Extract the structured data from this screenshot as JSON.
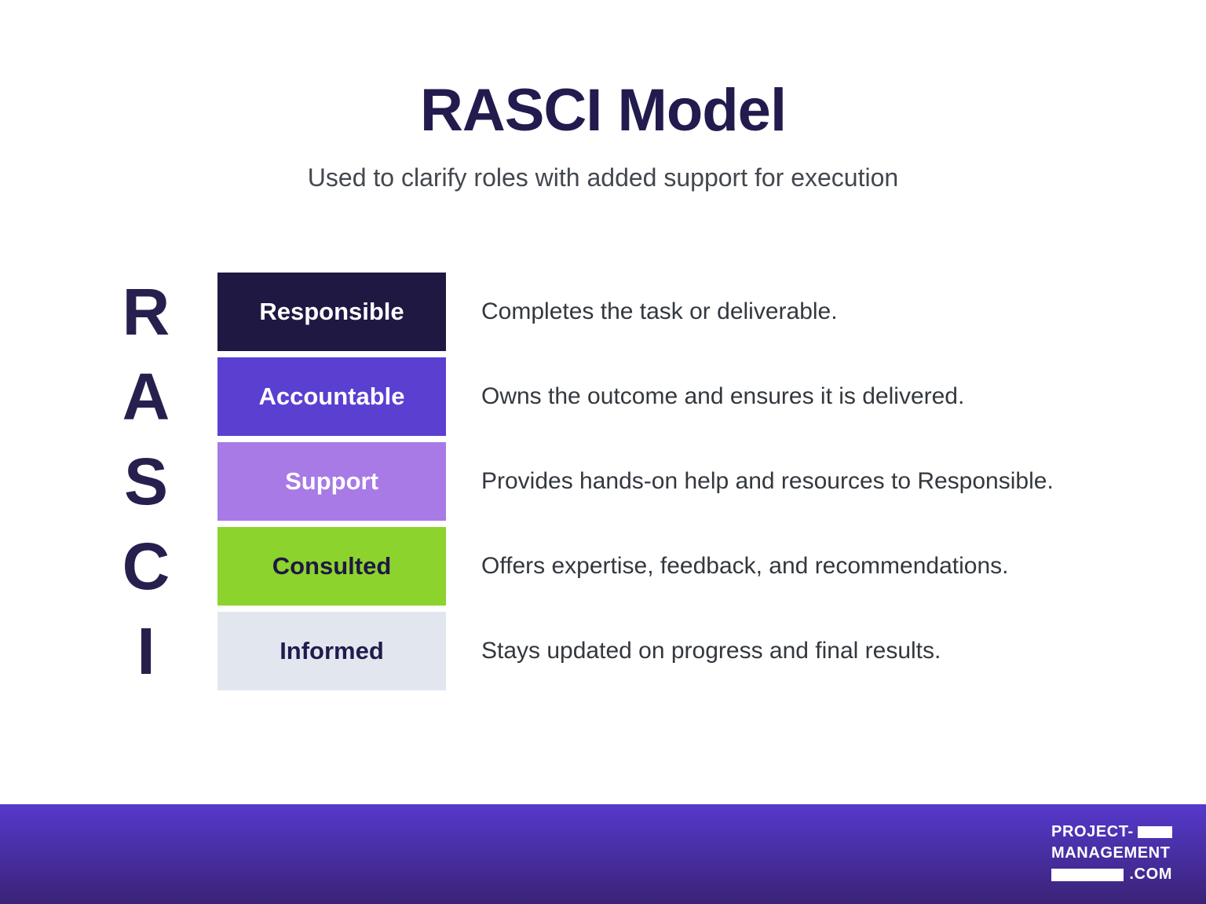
{
  "title": "RASCI Model",
  "subtitle": "Used to clarify roles with added support for execution",
  "acronym_letters": [
    "R",
    "A",
    "S",
    "C",
    "I"
  ],
  "rows": [
    {
      "label": "Responsible",
      "description": "Completes the task or deliverable.",
      "box_bg": "#1e1842",
      "label_color": "#ffffff"
    },
    {
      "label": "Accountable",
      "description": "Owns the outcome and ensures it is delivered.",
      "box_bg": "#5b3fd1",
      "label_color": "#ffffff"
    },
    {
      "label": "Support",
      "description": "Provides hands-on help and resources to Responsible.",
      "box_bg": "#a77ae6",
      "label_color": "#ffffff"
    },
    {
      "label": "Consulted",
      "description": "Offers expertise, feedback, and recommendations.",
      "box_bg": "#8cd32d",
      "label_color": "#1e1842"
    },
    {
      "label": "Informed",
      "description": "Stays updated on progress and final results.",
      "box_bg": "#e2e7ef",
      "label_color": "#221b4e"
    }
  ],
  "colors": {
    "title": "#221b4e",
    "letters": "#27204e",
    "subtitle": "#43474e",
    "description": "#33383e",
    "footer_gradient_top": "#5639cc",
    "footer_gradient_bottom": "#3a2377"
  },
  "footer": {
    "brand_line1": "PROJECT-",
    "brand_line2": "MANAGEMENT",
    "brand_line3": ".COM"
  }
}
